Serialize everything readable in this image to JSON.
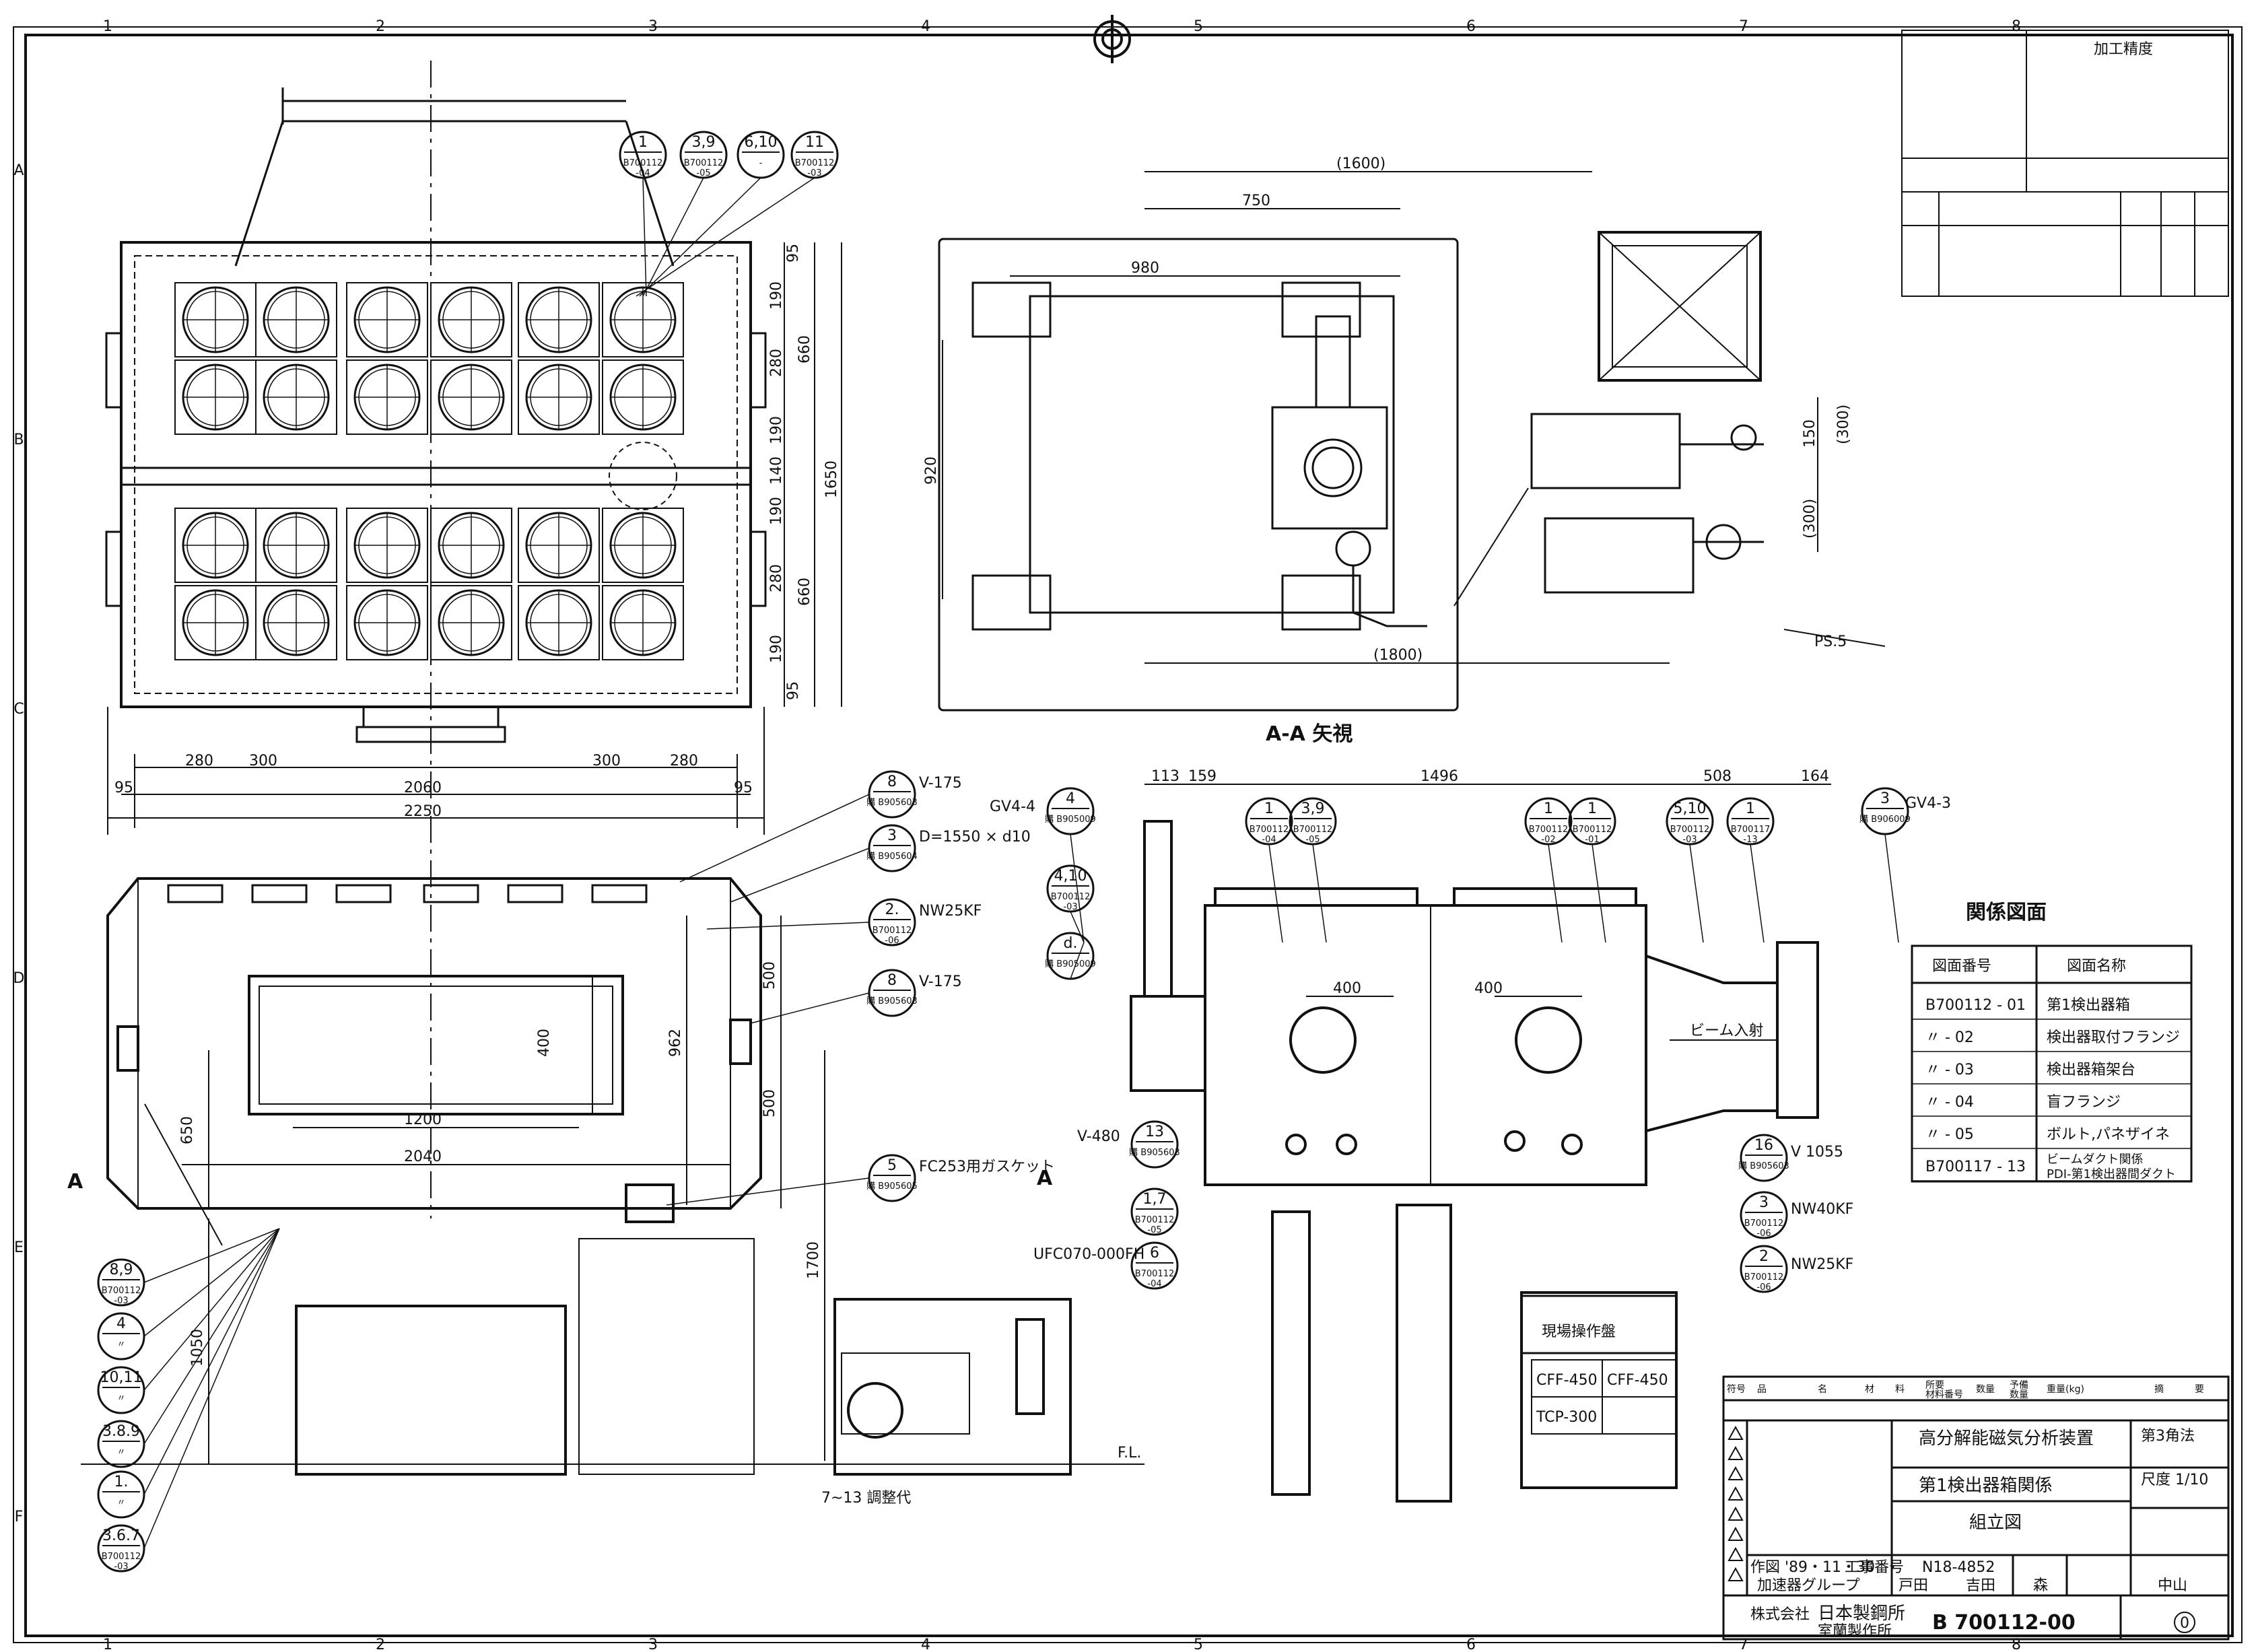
{
  "frame": {
    "top_zones": [
      "1",
      "2",
      "3",
      "4",
      "5",
      "6",
      "7",
      "8"
    ],
    "side_zones": [
      "A",
      "B",
      "C",
      "D",
      "E",
      "F"
    ]
  },
  "views": {
    "aa_label": "A-A 矢視",
    "section_marker": "A"
  },
  "plan_view": {
    "dims_h": [
      "280",
      "300",
      "300",
      "280"
    ],
    "overall_inner": "2060",
    "overall": "2250",
    "edge": "95",
    "dims_v": [
      "95",
      "190",
      "280",
      "190",
      "140",
      "190",
      "280",
      "190",
      "95"
    ],
    "span_upper": "660",
    "span_lower": "660",
    "total_v": "1650",
    "balloons": [
      {
        "item": "1",
        "ref": "B700112\n-04"
      },
      {
        "item": "3,9",
        "ref": "B700112\n-05"
      },
      {
        "item": "6,10",
        "ref": "-"
      },
      {
        "item": "11",
        "ref": "B700112\n-03"
      }
    ]
  },
  "front_view": {
    "dim_window_w": "1200",
    "dim_window_h": "400",
    "dim_width": "2040",
    "dim_h_962": "962",
    "dim_500a": "500",
    "dim_500b": "500",
    "dim_650": "650",
    "dim_1700": "1700",
    "dim_1050": "1050",
    "fl": "F.L.",
    "stand_note": "7~13 調整代",
    "callouts": [
      {
        "item": "8",
        "ref": "購 B905603",
        "text": "V-175"
      },
      {
        "item": "3",
        "ref": "購 B905604",
        "text": "D=1550 × d10"
      },
      {
        "item": "2.",
        "ref": "B700112\n-06",
        "text": "NW25KF"
      },
      {
        "item": "8",
        "ref": "購 B905603",
        "text": "V-175"
      },
      {
        "item": "5",
        "ref": "購 B905605",
        "text": "FC253用ガスケット"
      }
    ],
    "left_balloons": [
      {
        "item": "8,9",
        "ref": "B700112\n-03"
      },
      {
        "item": "4",
        "ref": "〃"
      },
      {
        "item": "10,11",
        "ref": "〃"
      },
      {
        "item": "3.8.9",
        "ref": "〃"
      },
      {
        "item": "1.",
        "ref": "〃"
      },
      {
        "item": "3.6.7",
        "ref": "B700112\n-03"
      }
    ]
  },
  "aa_view": {
    "dim_1600": "(1600)",
    "dim_750": "750",
    "dim_980": "980",
    "dim_920": "920",
    "dim_1800": "(1800)",
    "dim_300a": "(300)",
    "dim_300b": "(300)",
    "dim_150": "150",
    "ps": "PS.5"
  },
  "side_view": {
    "dims_top": [
      "113",
      "159",
      "1496",
      "508",
      "164"
    ],
    "dim_400a": "400",
    "dim_400b": "400",
    "beam_label": "ビーム入射",
    "labels": [
      "GV4-4",
      "V-480",
      "UFC070-000FH",
      "GV4-3",
      "V 1055",
      "NW40KF",
      "NW25KF"
    ],
    "balloons_top": [
      {
        "item": "4",
        "ref": "購 B905009"
      },
      {
        "item": "4,10",
        "ref": "B700112\n-03"
      },
      {
        "item": "d.",
        "ref": "購 B905009"
      },
      {
        "item": "1",
        "ref": "B700112\n-04"
      },
      {
        "item": "3,9",
        "ref": "B700112\n-05"
      },
      {
        "item": "1",
        "ref": "B700112\n-02"
      },
      {
        "item": "1",
        "ref": "B700112\n-01"
      },
      {
        "item": "5,10",
        "ref": "B700112\n-03"
      },
      {
        "item": "1",
        "ref": "B700117\n-13"
      },
      {
        "item": "3",
        "ref": "購 B906009"
      }
    ],
    "balloons_bottom": [
      {
        "item": "13",
        "ref": "購 B905603"
      },
      {
        "item": "1,7",
        "ref": "B700112\n-05"
      },
      {
        "item": "6",
        "ref": "B700112\n-04"
      },
      {
        "item": "16",
        "ref": "購 B905603"
      },
      {
        "item": "3",
        "ref": "B700112\n-06"
      },
      {
        "item": "2",
        "ref": "B700112\n-06"
      }
    ],
    "control_panel": {
      "title": "現場操作盤",
      "cells": [
        "CFF-450",
        "CFF-450",
        "TCP-300"
      ]
    }
  },
  "related_drawings": {
    "title": "関係図面",
    "headers": [
      "図面番号",
      "図面名称"
    ],
    "rows": [
      [
        "B700112 - 01",
        "第1検出器箱"
      ],
      [
        "〃  - 02",
        "検出器取付フランジ"
      ],
      [
        "〃  - 03",
        "検出器箱架台"
      ],
      [
        "〃  - 04",
        "盲フランジ"
      ],
      [
        "〃  - 05",
        "ボルト,パネザイネ"
      ],
      [
        "B700117 - 13",
        "ビームダクト関係\nPDI-第1検出器間ダクト"
      ]
    ]
  },
  "title_block": {
    "header_cells": [
      "符号",
      "品",
      "名",
      "材",
      "料",
      "所要\n材料番号",
      "数量",
      "予備\n数量",
      "重量(kg)",
      "摘",
      "要"
    ],
    "project": "高分解能磁気分析装置",
    "name": "第1検出器箱関係",
    "drawing_type": "組立図",
    "angle": "第3角法",
    "scale": "尺度 1/10",
    "date": "作図 '89・11・30",
    "job_no_label": "工事番号",
    "job_no": "N18-4852",
    "group": "加速器グループ",
    "drawn": "戸田",
    "checked": "吉田",
    "approved": "森",
    "chief": "中山",
    "company_prefix": "株式会社",
    "company": "日本製鋼所",
    "works": "室蘭製作所",
    "drawing_no": "B 700112-00",
    "revision": "0"
  },
  "finish_table": {
    "title": "加工精度"
  }
}
